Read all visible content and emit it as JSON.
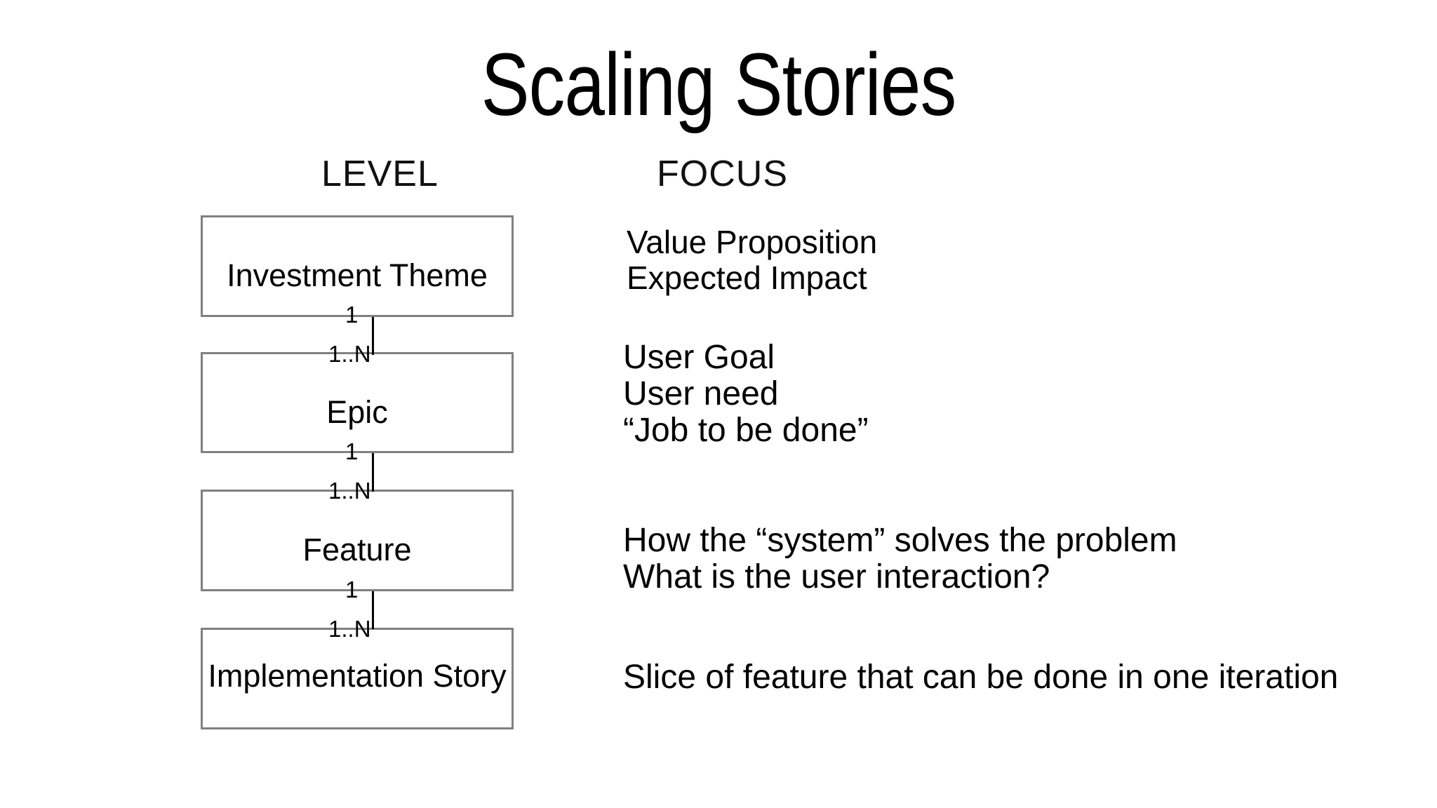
{
  "slide": {
    "title": "Scaling Stories",
    "background_color": "#ffffff",
    "text_color": "#000000",
    "box_border_color": "#808080"
  },
  "columns": {
    "level_header": "LEVEL",
    "focus_header": "FOCUS"
  },
  "levels": [
    {
      "name": "Investment Theme",
      "focus_lines": [
        "Value Proposition",
        "Expected Impact"
      ]
    },
    {
      "name": "Epic",
      "focus_lines": [
        "User Goal",
        "User need",
        "“Job to be done”"
      ]
    },
    {
      "name": "Feature",
      "focus_lines": [
        "How the “system” solves the problem",
        "What is the user interaction?"
      ]
    },
    {
      "name": "Implementation Story",
      "focus_lines": [
        "Slice of feature that can be done in one iteration"
      ]
    }
  ],
  "relationships": [
    {
      "from": "Investment Theme",
      "to": "Epic",
      "source_cardinality": "1",
      "target_cardinality": "1..N"
    },
    {
      "from": "Epic",
      "to": "Feature",
      "source_cardinality": "1",
      "target_cardinality": "1..N"
    },
    {
      "from": "Feature",
      "to": "Implementation Story",
      "source_cardinality": "1",
      "target_cardinality": "1..N"
    }
  ]
}
